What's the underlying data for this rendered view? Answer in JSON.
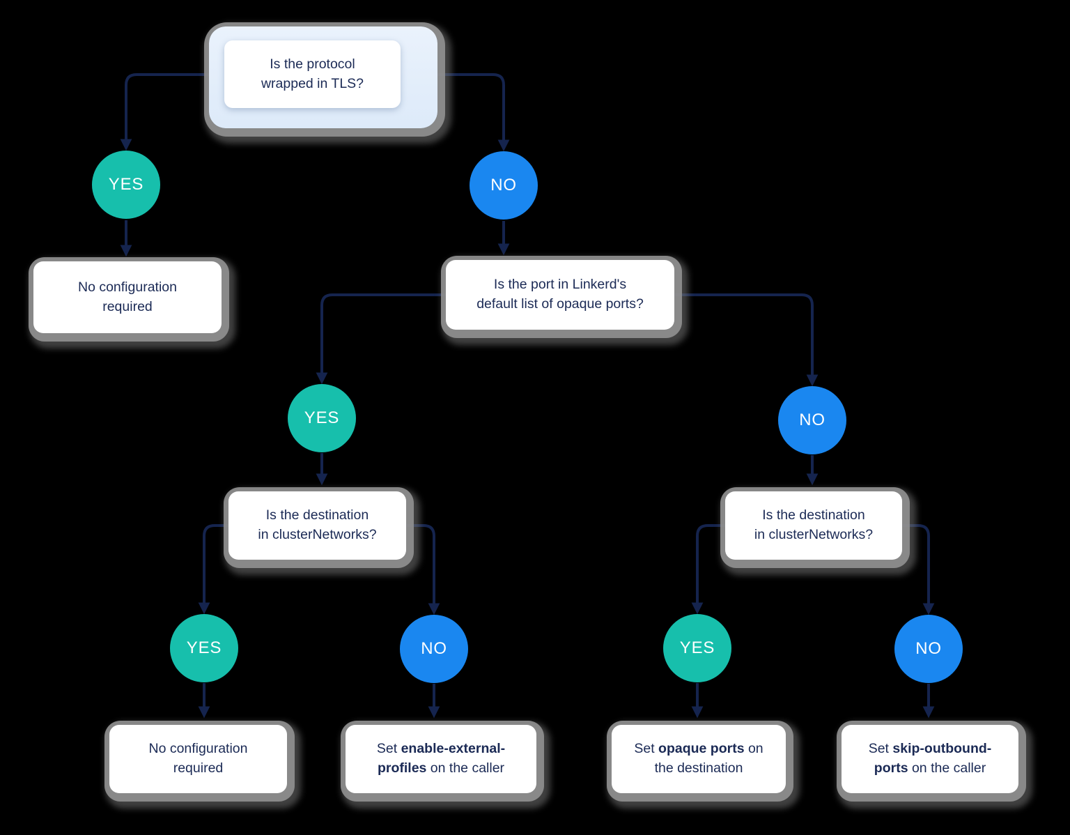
{
  "colors": {
    "yes_circle": "#17BFAC",
    "no_circle": "#1A87F0",
    "connector": "#15244E",
    "text": "#1B2A55",
    "root_fill": "#E3EEFB",
    "box_fill": "#FFFFFF",
    "shadow": "#8F8F8F"
  },
  "nodes": {
    "q1": {
      "text": "Is the protocol\nwrapped in TLS?"
    },
    "q1_yes": "YES",
    "q1_no": "NO",
    "r1": {
      "text": "No configuration\nrequired"
    },
    "q2": {
      "text": "Is the port in Linkerd's\ndefault list of opaque ports?"
    },
    "q2_yes": "YES",
    "q2_no": "NO",
    "q3_left": {
      "text": "Is the destination\nin clusterNetworks?"
    },
    "q3_left_yes": "YES",
    "q3_left_no": "NO",
    "q3_right": {
      "text": "Is the destination\nin clusterNetworks?"
    },
    "q3_right_yes": "YES",
    "q3_right_no": "NO",
    "r2": {
      "text": "No configuration\nrequired"
    },
    "r3": {
      "prefix": "Set ",
      "bold": "enable-external-profiles",
      "suffix": " on the caller"
    },
    "r4": {
      "prefix": "Set ",
      "bold": "opaque ports",
      "suffix": " on\nthe destination"
    },
    "r5": {
      "prefix": "Set ",
      "bold": "skip-outbound-ports",
      "suffix": " on the caller"
    }
  }
}
